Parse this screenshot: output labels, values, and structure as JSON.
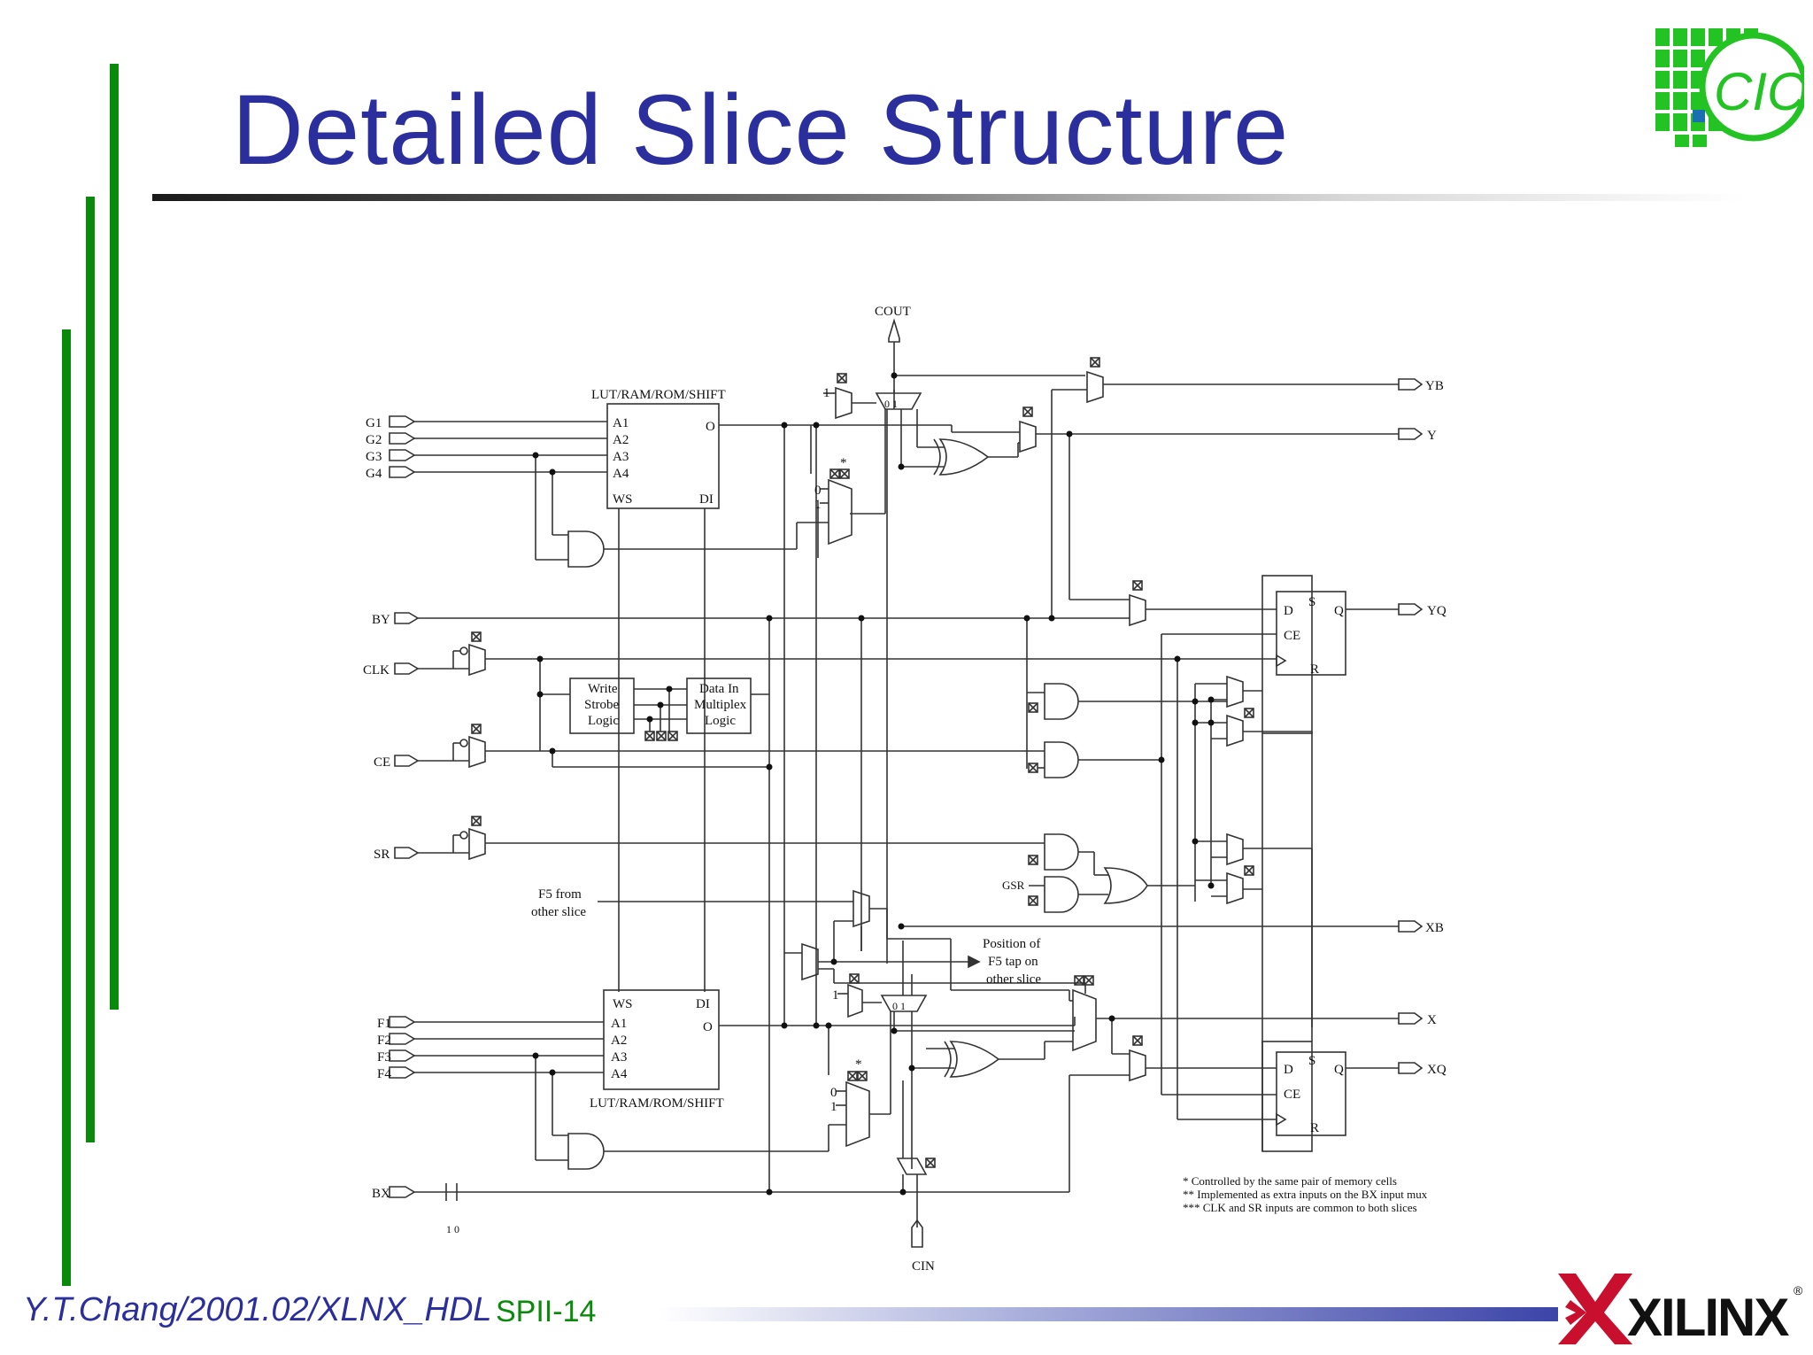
{
  "slide": {
    "title": "Detailed Slice Structure",
    "footer_author": "Y.T.Chang/2001.02/XLNX_HDL",
    "footer_page": "SPII-14",
    "logo_left_text": "CIC",
    "logo_right_text": "XILINX",
    "logo_right_mark": "®",
    "colors": {
      "title": "#2b2f9e",
      "green_bar": "#0a8a0a",
      "footer_page": "#0a8a0a"
    }
  },
  "diagram": {
    "inputs": {
      "g1": "G1",
      "g2": "G2",
      "g3": "G3",
      "g4": "G4",
      "by": "BY",
      "clk": "CLK",
      "ce": "CE",
      "sr": "SR",
      "f1": "F1",
      "f2": "F2",
      "f3": "F3",
      "f4": "F4",
      "bx": "BX",
      "cin": "CIN",
      "cout": "COUT"
    },
    "outputs": {
      "yb": "YB",
      "y": "Y",
      "yq": "YQ",
      "xb": "XB",
      "x": "X",
      "xq": "XQ"
    },
    "lut_top": {
      "label": "LUT/RAM/ROM/SHIFT",
      "a1": "A1",
      "a2": "A2",
      "a3": "A3",
      "a4": "A4",
      "o": "O",
      "ws": "WS",
      "di": "DI"
    },
    "lut_bottom": {
      "label": "LUT/RAM/ROM/SHIFT",
      "a1": "A1",
      "a2": "A2",
      "a3": "A3",
      "a4": "A4",
      "o": "O",
      "ws": "WS",
      "di": "DI"
    },
    "write_strobe": {
      "l1": "Write",
      "l2": "Strobe",
      "l3": "Logic"
    },
    "data_in_mux": {
      "l1": "Data In",
      "l2": "Multiplex",
      "l3": "Logic"
    },
    "ff_top": {
      "d": "D",
      "s": "S",
      "q": "Q",
      "ce": "CE",
      "r": "R"
    },
    "ff_bottom": {
      "d": "D",
      "s": "S",
      "q": "Q",
      "ce": "CE",
      "r": "R"
    },
    "f5_from": {
      "l1": "F5 from",
      "l2": "other slice"
    },
    "f5_tap": {
      "l1": "Position of",
      "l2": "F5 tap on",
      "l3": "other slice"
    },
    "gsr": "GSR",
    "mux_labels": {
      "one": "1",
      "zero": "0",
      "zero_one": "0  1",
      "star": "*"
    },
    "bx_pins": "1  0",
    "notes": [
      "* Controlled by the same pair of memory cells",
      "** Implemented as extra inputs on the BX input mux",
      "*** CLK and SR inputs are common to both slices"
    ]
  }
}
